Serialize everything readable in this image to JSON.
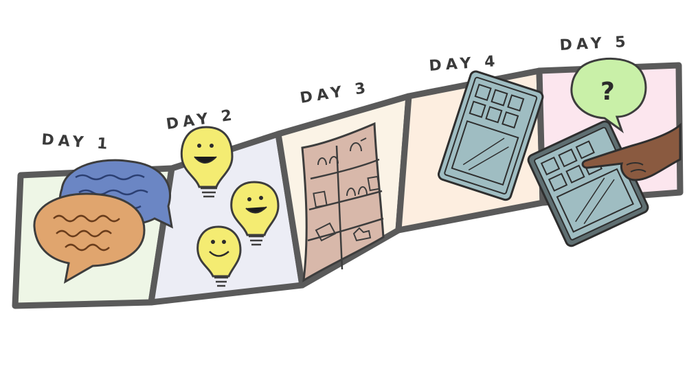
{
  "days": [
    {
      "label": "DAY 1",
      "panel_color": "#eef6e6",
      "icon": "speech-bubbles-icon"
    },
    {
      "label": "DAY 2",
      "panel_color": "#ecedf5",
      "icon": "lightbulb-icon"
    },
    {
      "label": "DAY 3",
      "panel_color": "#fbf3e6",
      "icon": "storyboard-sketch-icon"
    },
    {
      "label": "DAY 4",
      "panel_color": "#fdeee0",
      "icon": "tablet-prototype-icon"
    },
    {
      "label": "DAY 5",
      "panel_color": "#fce6ee",
      "icon": "tablet-test-icon"
    }
  ],
  "question_bubble": {
    "text": "?",
    "color": "#c9f0a8"
  },
  "colors": {
    "outline": "#5a5a5a",
    "bubble_blue": "#6b86c4",
    "bubble_orange": "#e0a56e",
    "bulb_yellow": "#f4ec72",
    "paper_brown": "#d8b8aa",
    "tablet_teal": "#9fbdc2",
    "hand_skin": "#8a5a40"
  }
}
